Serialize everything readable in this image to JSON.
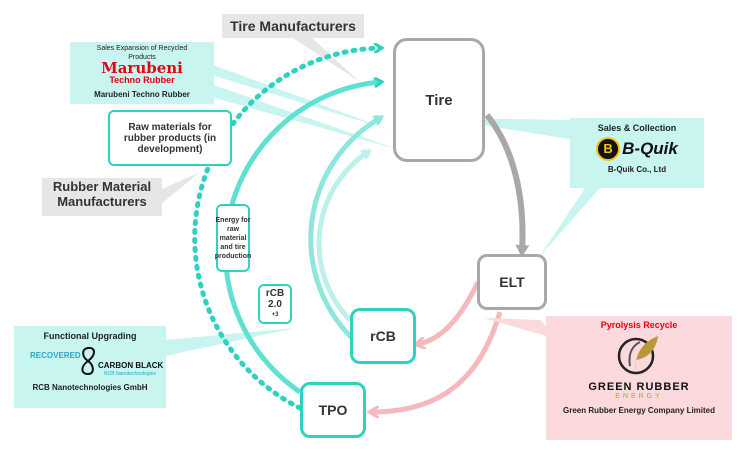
{
  "nodes": {
    "tire": "Tire",
    "elt": "ELT",
    "rcb": "rCB",
    "tpo": "TPO"
  },
  "labels": {
    "tire_manufacturers": "Tire Manufacturers",
    "rubber_material_manufacturers": "Rubber Material Manufacturers",
    "raw_materials": "Raw materials for rubber products (in development)",
    "energy": "Energy for raw material and tire production",
    "rcb2_main": "rCB 2.0",
    "rcb2_sub": "+3"
  },
  "partners": {
    "marubeni": {
      "caption": "Sales Expansion of Recycled Products",
      "logo_line1": "Marubeni",
      "logo_line2": "Techno Rubber",
      "name": "Marubeni Techno Rubber"
    },
    "bquik": {
      "caption": "Sales & Collection",
      "logo": "B-Quik",
      "name": "B-Quik Co., Ltd"
    },
    "rcb_nano": {
      "caption": "Functional Upgrading",
      "logo_recovered": "RECOVERED",
      "logo_carbon": "CARBON BLACK",
      "logo_sub": "RCB Nanotechnologies",
      "name": "RCB Nanotechnologies GmbH"
    },
    "green_rubber": {
      "caption": "Pyrolysis Recycle",
      "logo_line1": "GREEN RUBBER",
      "logo_line2": "ENERGY",
      "name": "Green Rubber Energy Company Limited"
    }
  },
  "colors": {
    "teal": "#2fd1c0",
    "teal_light": "#c8f5f0",
    "gray": "#a8a8a8",
    "pink": "#f5b8bd",
    "pink_bg": "#fcd9dc",
    "marubeni_red": "#e50012"
  }
}
